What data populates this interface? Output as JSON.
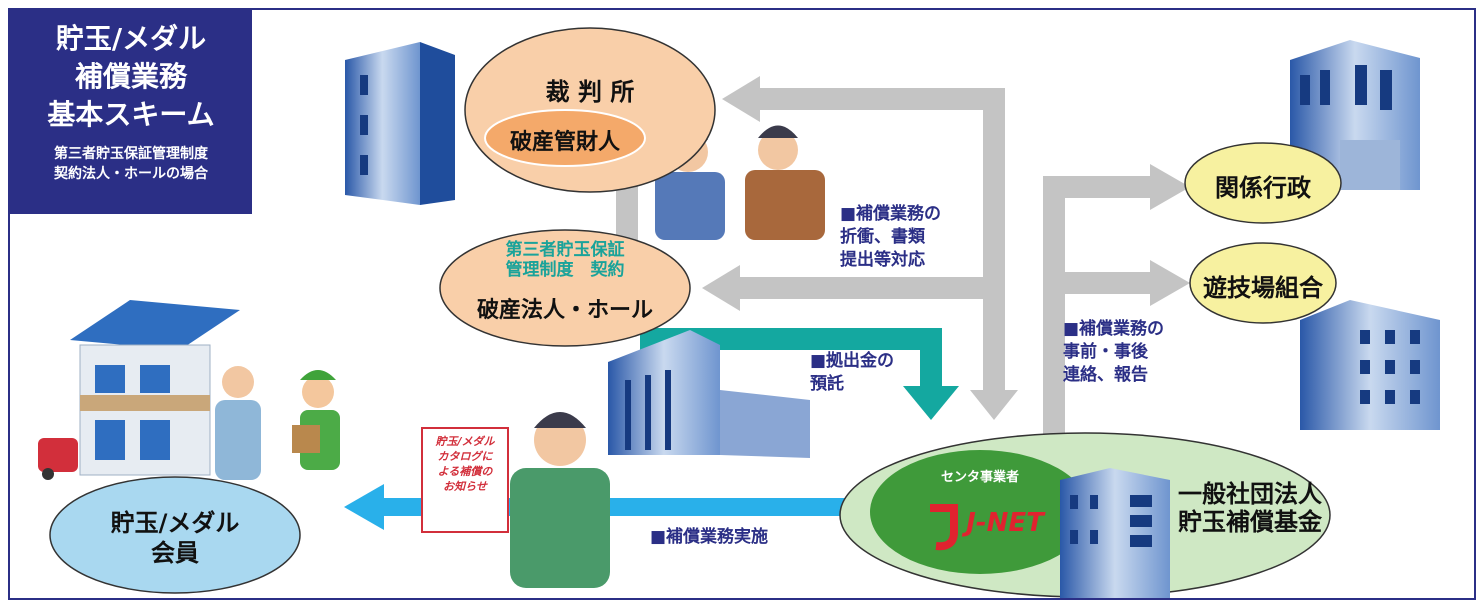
{
  "title": {
    "main": "貯玉/メダル\n補償業務\n基本スキーム",
    "sub": "第三者貯玉保証管理制度\n契約法人・ホールの場合"
  },
  "nodes": {
    "court": "裁 判 所",
    "trustee": "破産管財人",
    "contract": "第三者貯玉保証\n管理制度　契約",
    "bankrupt": "破産法人・ホール",
    "admin": "関係行政",
    "union": "遊技場組合",
    "member": "貯玉/メダル\n会員",
    "center_label": "センタ事業者",
    "center_logo": "J-NET",
    "fund": "一般社団法人\n貯玉補償基金"
  },
  "annotations": {
    "negotiation": "■補償業務の\n折衝、書類\n提出等対応",
    "deposit": "■拠出金の\n預託",
    "liaison": "■補償業務の\n事前・事後\n連絡、報告",
    "execution": "■補償業務実施"
  },
  "notice_card": "貯玉/メダル\nカタログに\nよる補償の\nお知らせ",
  "colors": {
    "navy": "#2b2f86",
    "court_fill": "#f9cfa9",
    "trustee_fill": "#f4a96a",
    "yellow_fill": "#f7f1a0",
    "member_fill": "#a9d8f0",
    "fund_fill": "#cfe8c4",
    "gray_arrow": "#c4c4c4",
    "teal_arrow": "#14a8a0",
    "blue_arrow": "#29b0ea",
    "teal_text": "#1aa39a",
    "red_logo": "#e0232f"
  },
  "icons": [
    "office-building-icon",
    "house-icon",
    "businessman-icon",
    "delivery-man-icon",
    "car-icon"
  ]
}
